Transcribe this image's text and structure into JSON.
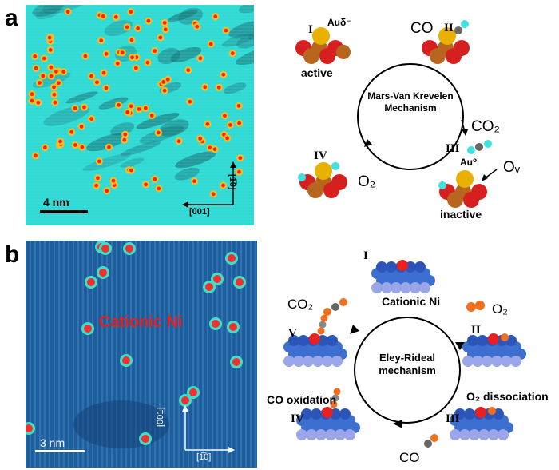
{
  "panel_a": {
    "letter": "a",
    "scale_bar": "4 nm",
    "dir_x": "[001]",
    "dir_y": "[1̅0]",
    "mechanism": [
      "Mars-Van Krevelen",
      "Mechanism"
    ],
    "stages": [
      {
        "roman": "I",
        "caption": "active",
        "charge": "Auδ⁻"
      },
      {
        "roman": "II"
      },
      {
        "roman": "III",
        "charge": "Au⁰",
        "caption": "inactive"
      },
      {
        "roman": "IV"
      }
    ],
    "co": "CO",
    "co2": "CO₂",
    "o2": "O₂",
    "ov": "Oᵥ"
  },
  "panel_b": {
    "letter": "b",
    "scale_bar": "3 nm",
    "overlay": "Cationic Ni",
    "dir_up": "[001]",
    "dir_right": "[1̅0]",
    "mechanism": [
      "Eley-Rideal",
      "mechanism"
    ],
    "stages": [
      {
        "roman": "I",
        "caption": "Cationic Ni"
      },
      {
        "roman": "II",
        "caption": "O₂ dissociation"
      },
      {
        "roman": "III"
      },
      {
        "roman": "IV"
      },
      {
        "roman": "V",
        "caption": "CO oxidation"
      }
    ],
    "co": "CO",
    "co2": "CO₂",
    "o2": "O₂"
  },
  "colors": {
    "stm_a_bg": "#2fd9d4",
    "stm_b_bg": "#1f5d9a",
    "adatom_core": "#ff2020",
    "ni_label": "#e62020",
    "au": "#e8b000",
    "oxide_o": "#d62020",
    "oxide_metal": "#b8651e",
    "cyan_o": "#3fe0e0",
    "lattice": "#3d6fd0",
    "lattice_light": "#9aa6e8"
  }
}
